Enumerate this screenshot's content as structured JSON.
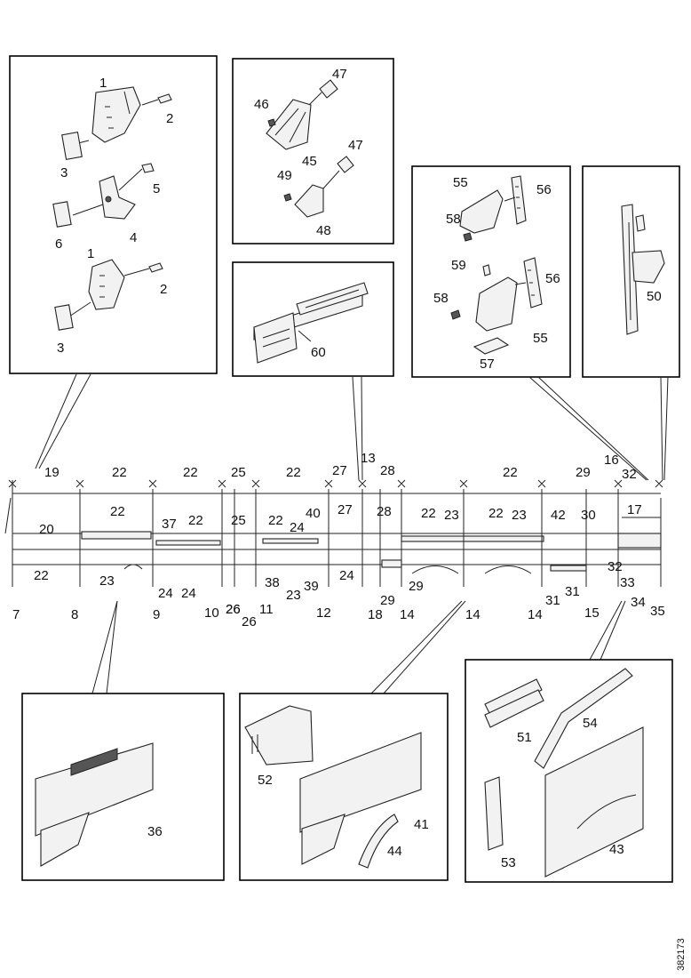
{
  "drawing_id": "382173",
  "callouts": {
    "c1a": "1",
    "c2a": "2",
    "c3a": "3",
    "c5": "5",
    "c6": "6",
    "c4": "4",
    "c1b": "1",
    "c2b": "2",
    "c3b": "3",
    "c47a": "47",
    "c46": "46",
    "c45": "45",
    "c47b": "47",
    "c49": "49",
    "c48": "48",
    "c60": "60",
    "c55a": "55",
    "c56a": "56",
    "c58a": "58",
    "c59": "59",
    "c56b": "56",
    "c58b": "58",
    "c55b": "55",
    "c57": "57",
    "c50": "50",
    "c19": "19",
    "c22a": "22",
    "c22b": "22",
    "c25a": "25",
    "c22c": "22",
    "c27a": "27",
    "c13": "13",
    "c28a": "28",
    "c22d": "22",
    "c29a": "29",
    "c16": "16",
    "c32a": "32",
    "c17": "17",
    "c22e": "22",
    "c20": "20",
    "c37": "37",
    "c22f": "22",
    "c25b": "25",
    "c22g": "22",
    "c24a": "24",
    "c40": "40",
    "c27b": "27",
    "c28b": "28",
    "c22h": "22",
    "c23a": "23",
    "c22i": "22",
    "c23b": "23",
    "c42": "42",
    "c30": "30",
    "c22j": "22",
    "c23c": "23",
    "c24b": "24",
    "c24c": "24",
    "c26a": "26",
    "c38": "38",
    "c23d": "23",
    "c39": "39",
    "c24d": "24",
    "c29b": "29",
    "c32b": "32",
    "c33": "33",
    "c7": "7",
    "c8": "8",
    "c9": "9",
    "c10": "10",
    "c26b": "26",
    "c26c": "26",
    "c11": "11",
    "c12": "12",
    "c18": "18",
    "c14a": "14",
    "c29c": "29",
    "c14b": "14",
    "c14c": "14",
    "c31a": "31",
    "c31b": "31",
    "c15": "15",
    "c34": "34",
    "c35": "35",
    "c36": "36",
    "c52": "52",
    "c41": "41",
    "c44": "44",
    "c51": "51",
    "c54": "54",
    "c53": "53",
    "c43": "43"
  }
}
